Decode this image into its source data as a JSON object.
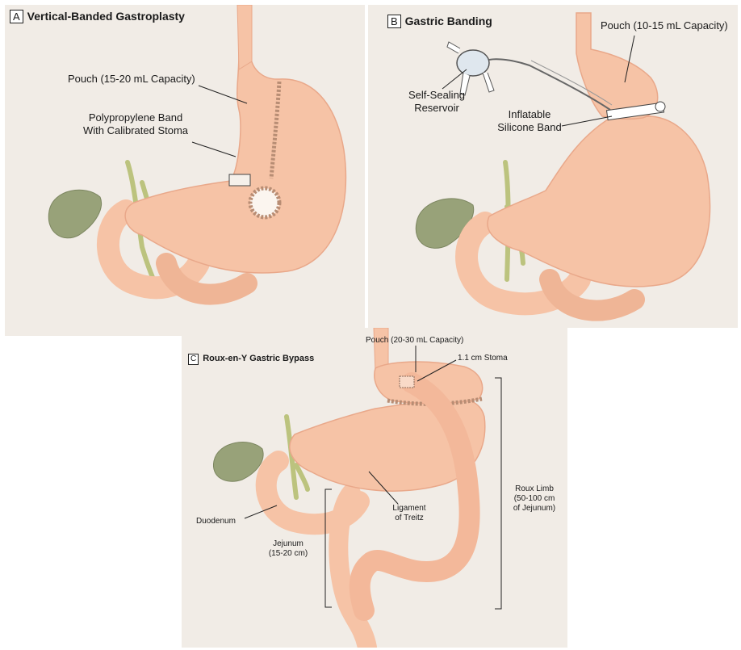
{
  "panels": {
    "a": {
      "letter": "A",
      "title": "Vertical-Banded Gastroplasty",
      "labels": {
        "pouch": "Pouch (15-20 mL Capacity)",
        "band_line1": "Polypropylene Band",
        "band_line2": "With Calibrated Stoma"
      }
    },
    "b": {
      "letter": "B",
      "title": "Gastric Banding",
      "labels": {
        "pouch": "Pouch (10-15 mL Capacity)",
        "reservoir_line1": "Self-Sealing",
        "reservoir_line2": "Reservoir",
        "band_line1": "Inflatable",
        "band_line2": "Silicone Band"
      }
    },
    "c": {
      "letter": "C",
      "title": "Roux-en-Y Gastric Bypass",
      "labels": {
        "pouch": "Pouch (20-30 mL Capacity)",
        "stoma": "1.1 cm Stoma",
        "roux_line1": "Roux Limb",
        "roux_line2": "(50-100 cm",
        "roux_line3": "of Jejunum)",
        "ligament_line1": "Ligament",
        "ligament_line2": "of Treitz",
        "duodenum": "Duodenum",
        "jejunum_line1": "Jejunum",
        "jejunum_line2": "(15-20 cm)"
      }
    }
  },
  "colors": {
    "panel_bg": "#f1ece6",
    "stomach": "#f6c3a6",
    "stomach_shade": "#e9a88a",
    "gallbladder": "#98a279",
    "bile_duct": "#bcc37e",
    "band": "#d9c4b5"
  }
}
